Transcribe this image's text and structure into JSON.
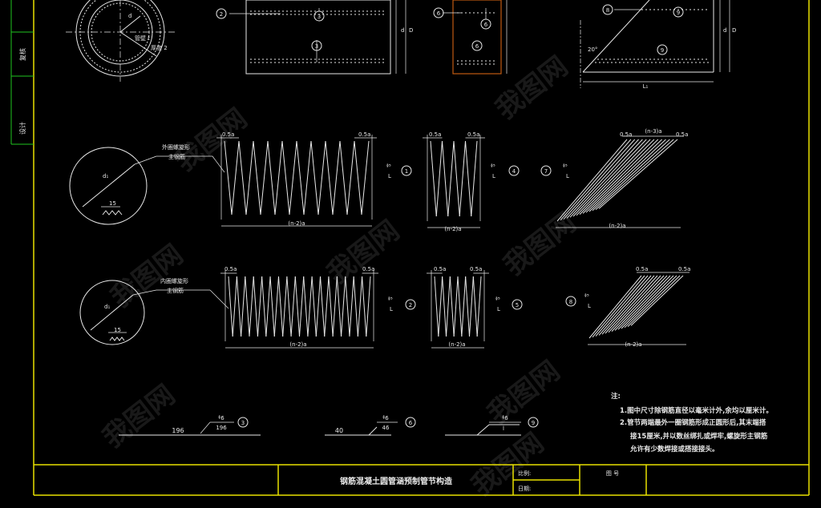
{
  "side_labels": {
    "review": "复核",
    "design": "设计"
  },
  "title_block": {
    "drawing_title": "钢筋混凝土圆管涵预制管节构造",
    "scale_label": "比例:",
    "date_label": "日期:",
    "drawing_no_label": "图 号"
  },
  "notes": {
    "heading": "注:",
    "line1": "1.图中尺寸除钢筋直径以毫米计外,余均以厘米计。",
    "line2": "2.管节两端最外一圈钢筋形成正圆形后,其末端搭",
    "line3": "接15厘米,并以数丝绑扎或焊牢,螺旋形主钢筋",
    "line4": "允许有少数焊接或搭接接头。"
  },
  "section_row1": {
    "callout": "外圈螺旋形",
    "callout2": "主钢筋",
    "dia": "d₁",
    "lap": "15"
  },
  "section_row2": {
    "callout": "内圈螺旋形",
    "callout2": "主钢筋",
    "dia": "d₁",
    "lap": "15"
  },
  "dims": {
    "half_a": "0.5a",
    "n2a": "(n-2)a",
    "n3a": "(n-3)a",
    "phi5": "ᶲ⁵",
    "L": "L",
    "L1": "L₁",
    "d": "d",
    "D": "D",
    "deg": "20°",
    "wall1": "管壁 t",
    "wall2": "厚度 2"
  },
  "bars": {
    "b3_len": "196",
    "b3_spec": "ᶲ6",
    "b3_note": "196",
    "b6_len": "40",
    "b6_spec": "ᶲ6",
    "b6_note": "46",
    "b9_spec": "ᶲ6",
    "b9_note": "l"
  },
  "markers": {
    "m1": "1",
    "m2": "2",
    "m3": "3",
    "m4": "4",
    "m5": "5",
    "m6": "6",
    "m7": "7",
    "m8": "8",
    "m9": "9"
  },
  "watermark": "我图网"
}
